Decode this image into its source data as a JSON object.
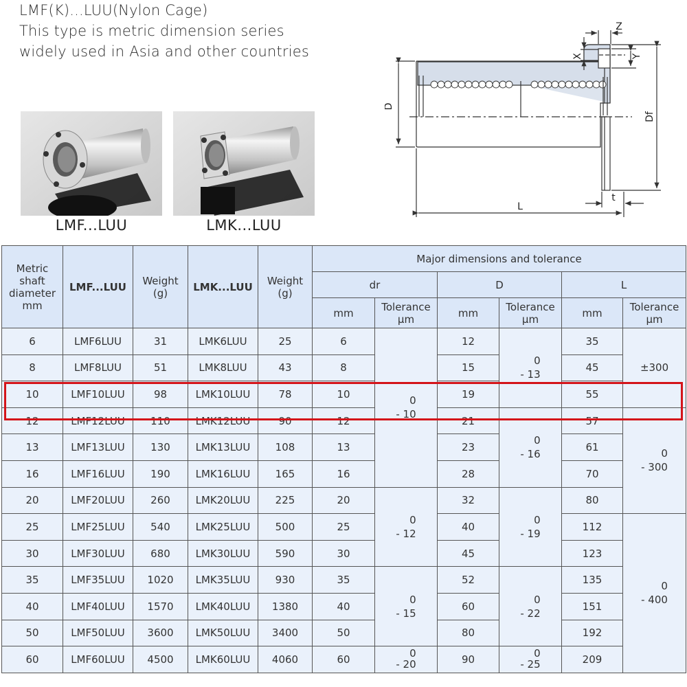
{
  "intro": {
    "title": "LMF(K)...LUU(Nylon Cage)",
    "line2": "This type is metric dimension series",
    "line3": "widely used in Asia and other countries"
  },
  "photos": [
    {
      "caption": "LMF...LUU",
      "shape": "round-flange"
    },
    {
      "caption": "LMK...LUU",
      "shape": "square-flange"
    }
  ],
  "drawing": {
    "labels": {
      "D": "D",
      "Df": "Df",
      "L": "L",
      "t": "t",
      "X": "X",
      "Y": "Y",
      "Z": "Z"
    }
  },
  "table": {
    "headers": {
      "shaft": "Metric shaft diameter mm",
      "shaft_lines": [
        "Metric",
        "shaft",
        "diameter",
        "mm"
      ],
      "lmf": "LMF...LUU",
      "weight1": "Weight (g)",
      "weight1_lines": [
        "Weight",
        "(g)"
      ],
      "lmk": "LMK...LUU",
      "weight2": "Weight (g)",
      "weight2_lines": [
        "Weight",
        "(g)"
      ],
      "major": "Major dimensions and tolerance",
      "dr": "dr",
      "D": "D",
      "L": "L",
      "mm": "mm",
      "tolerance": "Tolerance",
      "um": "μm"
    },
    "rows": [
      {
        "shaft": "6",
        "lmf": "LMF6LUU",
        "w1": "31",
        "lmk": "LMK6LUU",
        "w2": "25",
        "dr": "6",
        "D": "12",
        "L": "35"
      },
      {
        "shaft": "8",
        "lmf": "LMF8LUU",
        "w1": "51",
        "lmk": "LMK8LUU",
        "w2": "43",
        "dr": "8",
        "D": "15",
        "L": "45"
      },
      {
        "shaft": "10",
        "lmf": "LMF10LUU",
        "w1": "98",
        "lmk": "LMK10LUU",
        "w2": "78",
        "dr": "10",
        "D": "19",
        "L": "55"
      },
      {
        "shaft": "12",
        "lmf": "LMF12LUU",
        "w1": "110",
        "lmk": "LMK12LUU",
        "w2": "90",
        "dr": "12",
        "D": "21",
        "L": "57"
      },
      {
        "shaft": "13",
        "lmf": "LMF13LUU",
        "w1": "130",
        "lmk": "LMK13LUU",
        "w2": "108",
        "dr": "13",
        "D": "23",
        "L": "61"
      },
      {
        "shaft": "16",
        "lmf": "LMF16LUU",
        "w1": "190",
        "lmk": "LMK16LUU",
        "w2": "165",
        "dr": "16",
        "D": "28",
        "L": "70"
      },
      {
        "shaft": "20",
        "lmf": "LMF20LUU",
        "w1": "260",
        "lmk": "LMK20LUU",
        "w2": "225",
        "dr": "20",
        "D": "32",
        "L": "80"
      },
      {
        "shaft": "25",
        "lmf": "LMF25LUU",
        "w1": "540",
        "lmk": "LMK25LUU",
        "w2": "500",
        "dr": "25",
        "D": "40",
        "L": "112"
      },
      {
        "shaft": "30",
        "lmf": "LMF30LUU",
        "w1": "680",
        "lmk": "LMK30LUU",
        "w2": "590",
        "dr": "30",
        "D": "45",
        "L": "123"
      },
      {
        "shaft": "35",
        "lmf": "LMF35LUU",
        "w1": "1020",
        "lmk": "LMK35LUU",
        "w2": "930",
        "dr": "35",
        "D": "52",
        "L": "135"
      },
      {
        "shaft": "40",
        "lmf": "LMF40LUU",
        "w1": "1570",
        "lmk": "LMK40LUU",
        "w2": "1380",
        "dr": "40",
        "D": "60",
        "L": "151"
      },
      {
        "shaft": "50",
        "lmf": "LMF50LUU",
        "w1": "3600",
        "lmk": "LMK50LUU",
        "w2": "3400",
        "dr": "50",
        "D": "80",
        "L": "192"
      },
      {
        "shaft": "60",
        "lmf": "LMF60LUU",
        "w1": "4500",
        "lmk": "LMK60LUU",
        "w2": "4060",
        "dr": "60",
        "D": "90",
        "L": "209"
      }
    ],
    "tolerances": {
      "dr": [
        {
          "rows": "6-16",
          "upper": "0",
          "lower": "- 10"
        },
        {
          "rows": "20-30",
          "upper": "0",
          "lower": "- 12"
        },
        {
          "rows": "35-50",
          "upper": "0",
          "lower": "- 15"
        },
        {
          "rows": "60",
          "upper": "0",
          "lower": "- 20"
        }
      ],
      "D": [
        {
          "rows": "6-10",
          "upper": "0",
          "lower": "- 13"
        },
        {
          "rows": "12-16",
          "upper": "0",
          "lower": "- 16"
        },
        {
          "rows": "20-30",
          "upper": "0",
          "lower": "- 19"
        },
        {
          "rows": "35-50",
          "upper": "0",
          "lower": "- 22"
        },
        {
          "rows": "60",
          "upper": "0",
          "lower": "- 25"
        }
      ],
      "L": [
        {
          "rows": "6-10",
          "value": "±300"
        },
        {
          "rows": "12-20",
          "upper": "0",
          "lower": "- 300"
        },
        {
          "rows": "25-60",
          "upper": "0",
          "lower": "- 400"
        }
      ]
    }
  },
  "highlight": {
    "color": "#d4141a",
    "rows": [
      "10",
      "12"
    ]
  },
  "colors": {
    "header_bg": "#dbe7f8",
    "cell_bg": "#eaf1fb",
    "border": "#555555",
    "highlight": "#d4141a"
  }
}
